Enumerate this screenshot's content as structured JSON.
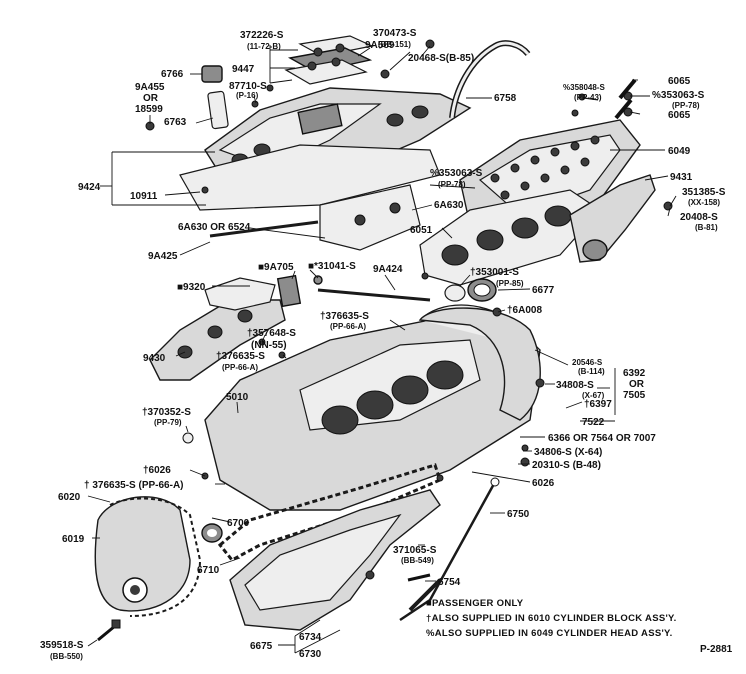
{
  "labels": {
    "p372226": "372226-S",
    "p372226_sub": "(11-72-B)",
    "p370473": "370473-S",
    "p370473_sub": "(BB-151)",
    "p9A589": "9A589",
    "p20468": "20468-S(B-85)",
    "p9447": "9447",
    "p6766": "6766",
    "p9A455": "9A455",
    "p9A455_or": "OR",
    "p18599": "18599",
    "p87710": "87710-S",
    "p87710_sub": "(P-16)",
    "p6763": "6763",
    "p6758": "6758",
    "p6065a": "6065",
    "p358048": "%358048-S",
    "p358048_sub": "(PP-43)",
    "p353063a": "%353063-S",
    "p353063a_sub": "(PP-78)",
    "p6065b": "6065",
    "p6049": "6049",
    "p9424": "9424",
    "p10911": "10911",
    "p353063b": "%353063-S",
    "p353063b_sub": "(PP-78)",
    "p9431": "9431",
    "p351385": "351385-S",
    "p351385_sub": "(XX-158)",
    "p20408": "20408-S",
    "p20408_sub": "(B-81)",
    "p6A630": "6A630",
    "p6051": "6051",
    "p6A630or": "6A630 OR 6524",
    "p9A425": "9A425",
    "p9A705": "■9A705",
    "p31041": "■*31041-S",
    "p9A424": "9A424",
    "p9320": "■9320",
    "p353001": "†353001-S",
    "p353001_sub": "(PP-85)",
    "p6677": "6677",
    "p376635a": "†376635-S",
    "p376635a_sub": "(PP-66-A)",
    "p6A008": "†6A008",
    "p357648": "†357648-S",
    "p357648_sub": "(NN-55)",
    "p9430": "9430",
    "p376635b": "†376635-S",
    "p376635b_sub": "(PP-66-A)",
    "p20546": "20546-S",
    "p20546_sub": "(B-114)",
    "p6392": "6392",
    "p6392_or": "OR",
    "p7505": "7505",
    "p34808": "34808-S",
    "p34808_sub": "(X-67)",
    "p6397": "†6397",
    "p5010": "5010",
    "p7522": "7522",
    "p370352": "†370352-S",
    "p370352_sub": "(PP-79)",
    "p6366": "6366 OR 7564 OR 7007",
    "p34806": "34806-S (X-64)",
    "p6026a": "†6026",
    "p20310": "20310-S (B-48)",
    "p376635c": "† 376635-S (PP-66-A)",
    "p6026b": "6026",
    "p6020": "6020",
    "p6750": "6750",
    "p6019": "6019",
    "p6700": "6700",
    "p371065": "371065-S",
    "p371065_sub": "(BB-549)",
    "p6710": "6710",
    "p6754": "6754",
    "p359518": "359518-S",
    "p359518_sub": "(BB-550)",
    "p6675": "6675",
    "p6734": "6734",
    "p6730": "6730"
  },
  "legend": {
    "passenger": "■PASSENGER ONLY",
    "block": "†ALSO SUPPLIED IN 6010 CYLINDER BLOCK ASS'Y.",
    "head": "%ALSO SUPPLIED IN 6049 CYLINDER HEAD ASS'Y."
  },
  "figure_number": "P-2881"
}
